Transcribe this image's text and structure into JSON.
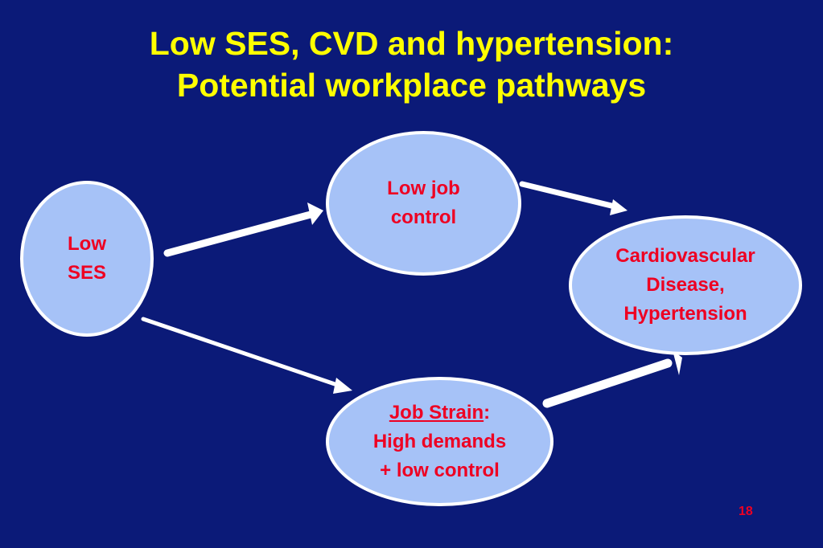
{
  "slide": {
    "title_line1": "Low SES, CVD and hypertension:",
    "title_line2": "Potential workplace pathways",
    "page_number": "18",
    "colors": {
      "background": "#0b1a78",
      "title": "#ffff00",
      "node_fill": "#a6c2f7",
      "node_border": "#ffffff",
      "node_text": "#ee0022",
      "arrow": "#ffffff"
    }
  },
  "nodes": {
    "low_ses": {
      "line1": "Low",
      "line2": "SES"
    },
    "low_job_control": {
      "line1": "Low job",
      "line2": "control"
    },
    "cvd": {
      "line1": "Cardiovascular",
      "line2": "Disease,",
      "line3": "Hypertension"
    },
    "job_strain": {
      "label": "Job Strain",
      "colon": ":",
      "line2": "High demands",
      "line3": "+ low control"
    }
  },
  "edges": [
    {
      "from": "Low SES",
      "to": "Low job control"
    },
    {
      "from": "Low SES",
      "to": "Job Strain"
    },
    {
      "from": "Low job control",
      "to": "Cardiovascular Disease, Hypertension"
    },
    {
      "from": "Job Strain",
      "to": "Cardiovascular Disease, Hypertension"
    }
  ]
}
